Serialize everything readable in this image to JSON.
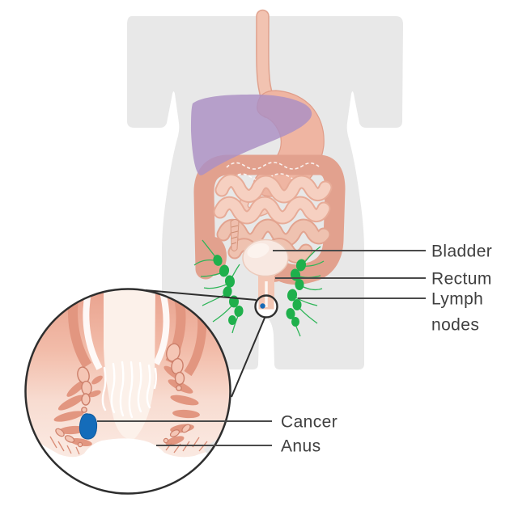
{
  "labels": {
    "bladder": "Bladder",
    "rectum": "Rectum",
    "lymph_nodes_line1": "Lymph",
    "lymph_nodes_line2": "nodes",
    "cancer": "Cancer",
    "anus": "Anus"
  },
  "colors": {
    "torso_gray": "#e8e8e8",
    "esophagus_fill": "#f2c3b1",
    "esophagus_outline": "#e0a28e",
    "stomach_fill": "#efb5a2",
    "large_intestine": "#e2a18e",
    "small_intestine_light": "#f6d0c1",
    "small_intestine_dark": "#efc2b0",
    "liver_purple": "#ab90c4",
    "bladder_fill": "#f8e8e1",
    "rectum_tube": "#f3c6b4",
    "lymph_green": "#1fb04c",
    "lymph_vessel_green": "#2eb558",
    "cancer_blue": "#1569b6",
    "callout_stroke": "#2e2e2e",
    "leader_line": "#4a4a4a",
    "label_text": "#3f3f3f",
    "inset_tissue_dark": "#e9a28e",
    "inset_tissue_pale": "#fae8e0",
    "inset_muscle": "#e29680"
  }
}
